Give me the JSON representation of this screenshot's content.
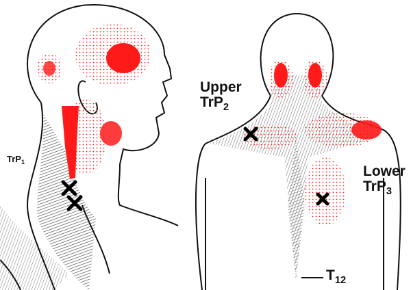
{
  "figure": {
    "labels": {
      "trp1": {
        "main": "TrP",
        "sub": "1"
      },
      "upper": {
        "word": "Upper",
        "main": "TrP",
        "sub": "2"
      },
      "lower": {
        "word": "Lower",
        "main": "TrP",
        "sub": "3"
      },
      "t12": {
        "main": "T",
        "sub": "12"
      }
    },
    "colors": {
      "referred_pain": "#ff1a1a",
      "line": "#111111",
      "background": "#ffffff"
    }
  }
}
